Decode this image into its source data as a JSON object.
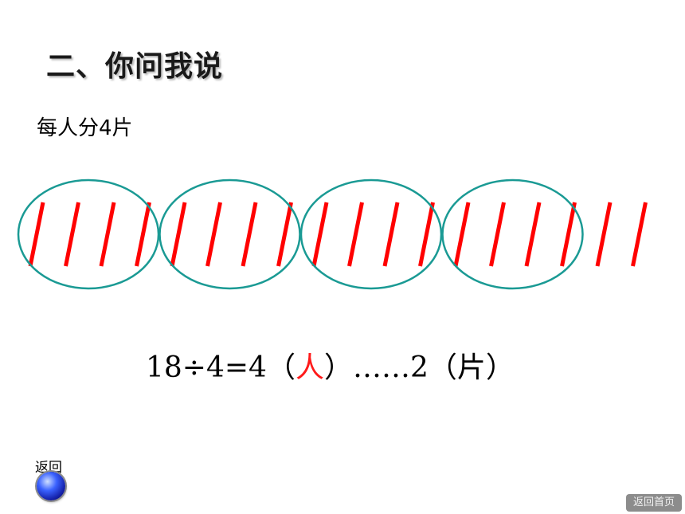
{
  "slide": {
    "title": "二、你问我说",
    "subtitle": "每人分4片"
  },
  "illustration": {
    "total_pieces": 18,
    "group_size": 4,
    "groups_circled": 4,
    "stroke_color": "#ff0000",
    "ellipse_color": "#1a9a94"
  },
  "equation": {
    "prefix": "18÷4=4（",
    "unit_person": "人",
    "middle": "）……2（",
    "unit_piece": "片",
    "suffix": "）",
    "unit_person_color": "#ff1a1a"
  },
  "nav": {
    "back_label": "返回",
    "home_label": "返回首页"
  }
}
